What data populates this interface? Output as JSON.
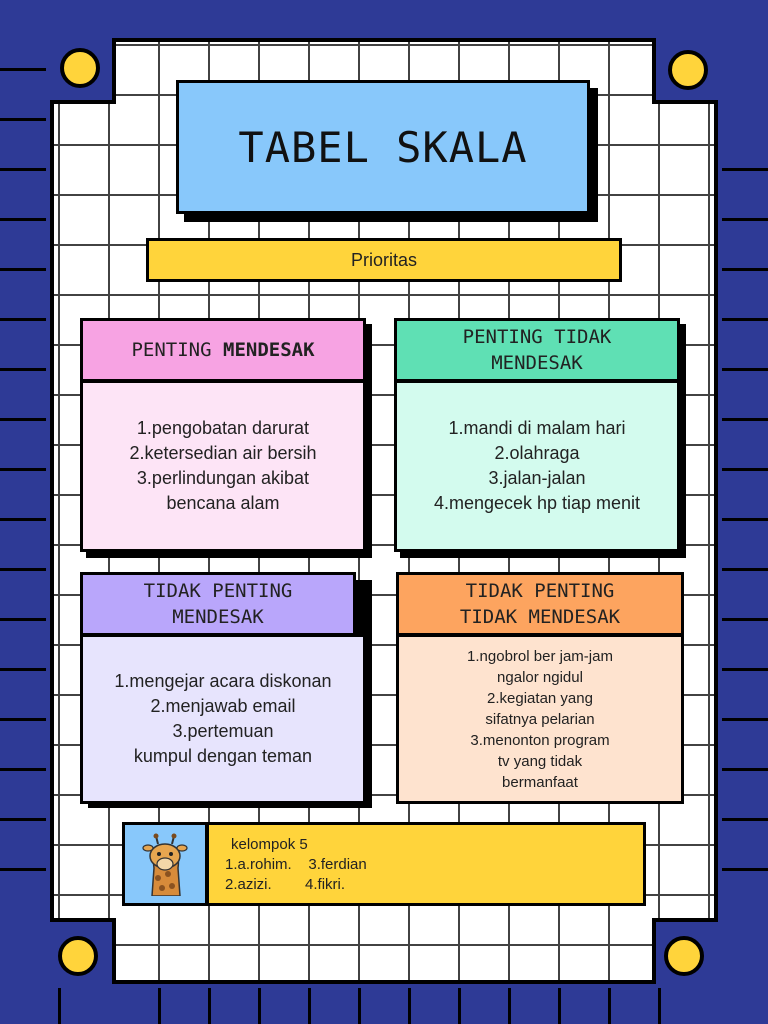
{
  "title": "TABEL SKALA",
  "subtitle": "Prioritas",
  "quadrants": [
    {
      "heading_normal": "PENTING ",
      "heading_bold": "MENDESAK",
      "items": "1.pengobatan darurat\n2.ketersedian air bersih\n3.perlindungan akibat\nbencana alam",
      "head_color": "#f7a3e3",
      "body_color": "#fde4f6"
    },
    {
      "heading": "PENTING TIDAK\nMENDESAK",
      "items": "1.mandi di malam hari\n2.olahraga\n3.jalan-jalan\n4.mengecek hp tiap menit",
      "head_color": "#5fe0b4",
      "body_color": "#d3fbee"
    },
    {
      "heading": "TIDAK PENTING\nMENDESAK",
      "items": "1.mengejar acara diskonan\n2.menjawab email\n3.pertemuan\nkumpul dengan teman",
      "head_color": "#b9a6fb",
      "body_color": "#e7e4fd"
    },
    {
      "heading": "TIDAK PENTING\nTIDAK MENDESAK",
      "items": "1.ngobrol ber jam-jam\nngalor ngidul\n2.kegiatan yang\nsifatnya pelarian\n3.menonton program\ntv yang tidak\nbermanfaat",
      "head_color": "#fda45f",
      "body_color": "#fee3cf"
    }
  ],
  "group": {
    "name": "kelompok 5",
    "line1": "1.a.rohim.    3.ferdian",
    "line2": "2.azizi.        4.fikri."
  },
  "icons": {
    "mascot": "giraffe-icon"
  },
  "colors": {
    "background": "#2e3a96",
    "title_box": "#88c8fb",
    "accent_yellow": "#ffd43b"
  }
}
